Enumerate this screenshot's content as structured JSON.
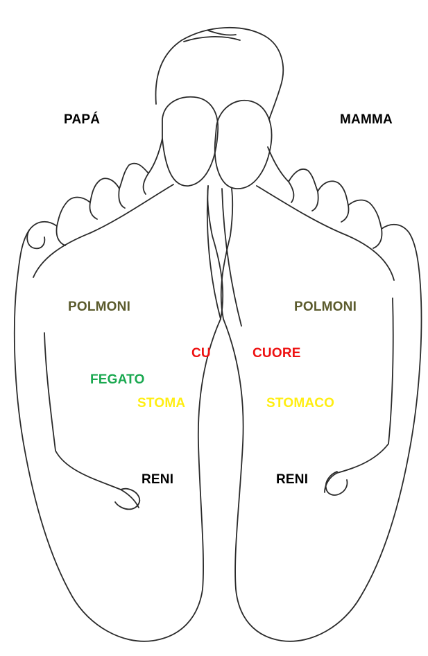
{
  "labels": {
    "dad": "PAPÁ",
    "mom": "MAMMA",
    "lungs_left": "POLMONI",
    "lungs_right": "POLMONI",
    "heart_left": "CU",
    "heart_right": "CUORE",
    "liver": "FEGATO",
    "stomach_left": "STOMA",
    "stomach_right": "STOMACO",
    "kidneys_left": "RENI",
    "kidneys_right": "RENI"
  },
  "colors": {
    "family": "#000000",
    "lungs": "#5b5b2d",
    "heart": "#ee1111",
    "liver": "#1aa850",
    "stomach": "#ffee11",
    "kidneys": "#000000",
    "line": "#2a2a2a"
  }
}
